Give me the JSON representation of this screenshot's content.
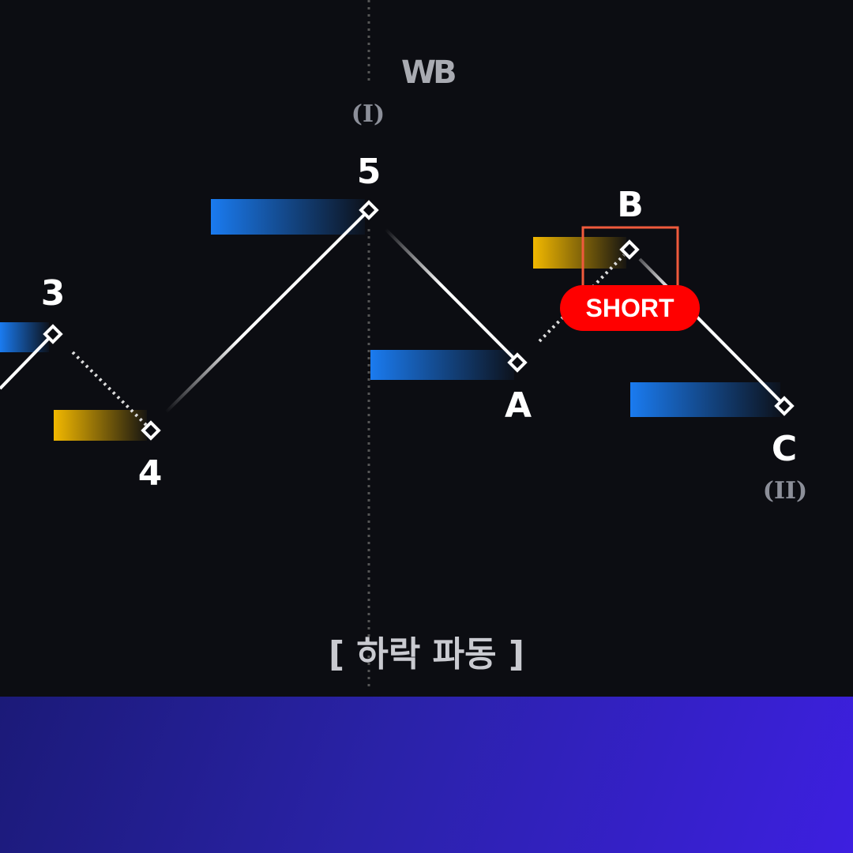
{
  "logo": "WB",
  "title": "[ 하락 파동 ]",
  "badge": "SHORT",
  "waves": {
    "w3": "3",
    "w4": "4",
    "w5": "5",
    "wA": "A",
    "wB": "B",
    "wC": "C",
    "degree_I": "(I)",
    "degree_II": "(II)"
  },
  "colors": {
    "background": "#0c0d12",
    "blue": "#1a7bf0",
    "yellow": "#f2b800",
    "short": "#ff0000",
    "highlight_box": "#f05a3c"
  }
}
